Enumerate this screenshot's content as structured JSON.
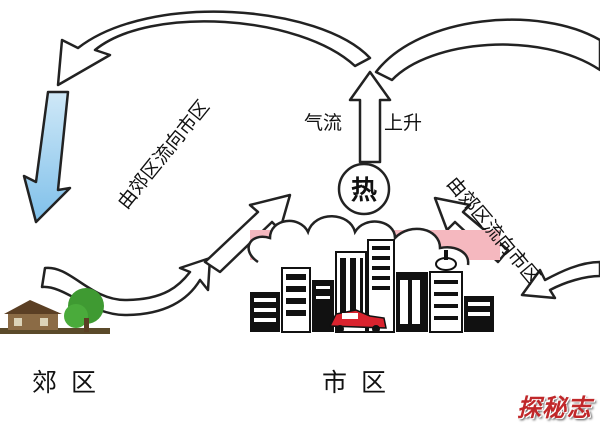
{
  "labels": {
    "rise_left": "气流",
    "rise_right": "上升",
    "heat": "热",
    "flow_left": "由郊区流向市区",
    "flow_right": "由郊区流向市区",
    "suburb": "郊区",
    "city": "市区"
  },
  "watermark": "探秘志",
  "colors": {
    "arrow_fill": "#ffffff",
    "arrow_outline": "#222222",
    "down_arrow_fill": "#9fd0ef",
    "heat_band": "#f5b8bf",
    "car": "#d9232e",
    "tree": "#3f9a32",
    "watermark": "#c0282a"
  }
}
